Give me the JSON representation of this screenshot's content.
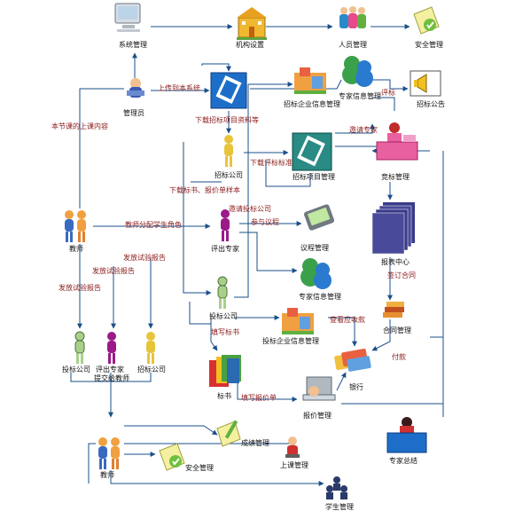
{
  "nodes": {
    "system_mgmt": "系统管理",
    "org_setup": "机构设置",
    "staff_mgmt": "人员管理",
    "security_mgmt_top": "安全管理",
    "admin": "管理员",
    "bid_company_info_top": "招标企业信息管理",
    "expert_info_top": "专家信息管理",
    "bid_notice": "招标公告",
    "bid_company": "招标公司",
    "bid_project_mgmt": "招标项目管理",
    "bidding_mgmt": "竞标管理",
    "teacher_top": "教师",
    "evaluation_expert": "评出专家",
    "agenda_mgmt": "议程管理",
    "report_center": "报表中心",
    "expert_info_mid": "专家信息管理",
    "bidder_company": "投标公司",
    "bidder_company_info": "投标企业信息管理",
    "contract_mgmt": "合同管理",
    "student_bidder": "投标公司",
    "student_expert": "评出专家",
    "student_bidcompany": "招标公司",
    "tender_docs": "标书",
    "bank": "银行",
    "quote_mgmt": "报价管理",
    "expert_summary": "专家总结",
    "teacher_bottom": "教师",
    "security_mgmt_bottom": "安全管理",
    "grade_mgmt": "成绩管理",
    "course_mgmt": "上课管理",
    "student_mgmt": "学生管理"
  },
  "edges": {
    "upload_to_system": "上传到本系统",
    "lesson_content": "本节课的上课内容",
    "download_bid_docs": "下载招标项目资料等",
    "evaluation": "评标",
    "invite_expert": "邀请专家",
    "download_criteria": "下载评标标准",
    "download_tender_quote": "下载标书、报价单样本",
    "invite_bidcompany": "邀请投标公司",
    "participate_agenda": "参与议程",
    "assign_roles": "教师分配学生角色",
    "issue_report_1": "发放试验报告",
    "issue_report_2": "发放试验报告",
    "issue_report_3": "发放试验报告",
    "sign_contract": "签订合同",
    "check_receivable": "查看应收款",
    "write_tender": "填写标书",
    "payment": "付款",
    "submit_teacher": "提交给教师",
    "write_quote": "填写报价单"
  },
  "colors": {
    "edge": "#1a4f8a",
    "arrow": "#1a4f8a",
    "edge_label": "#8b1a1a",
    "node_label": "#111111",
    "computer_blue": "#1d6ec8",
    "computer_teal": "#2a8a84",
    "person_yellow": "#e8c43a",
    "person_purple": "#9a1a8a",
    "person_green": "#a8d08a",
    "person_blue": "#2a6ab0",
    "expert_seal": "#3aa04a",
    "pink_podium": "#e860a0",
    "books_orange": "#e89030",
    "folder_red": "#d83030",
    "report_navy": "#3a3a8a"
  }
}
